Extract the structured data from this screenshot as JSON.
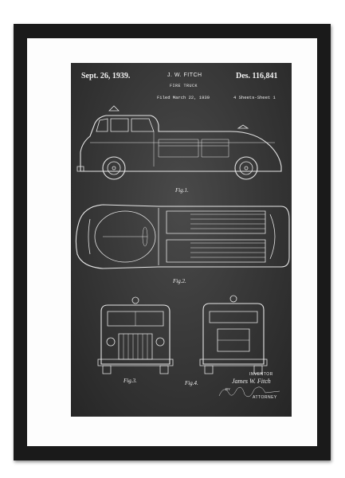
{
  "patent": {
    "date": "Sept. 26, 1939.",
    "inventor_header": "J. W. FITCH",
    "design_number": "Des. 116,841",
    "title": "FIRE TRUCK",
    "filed": "Filed March 22, 1939",
    "sheets": "4 Sheets-Sheet 1"
  },
  "figures": {
    "fig1": "Fig.1.",
    "fig2": "Fig.2.",
    "fig3": "Fig.3.",
    "fig4": "Fig.4."
  },
  "signature": {
    "inventor_label": "INVENTOR",
    "inventor_name": "James W. Fitch",
    "by": "BY",
    "attorney_label": "ATTORNEY"
  },
  "colors": {
    "frame": "#1a1a1a",
    "mat": "#fdfdfd",
    "chalkboard": "#363636",
    "chalk": "#f0f0f0"
  }
}
